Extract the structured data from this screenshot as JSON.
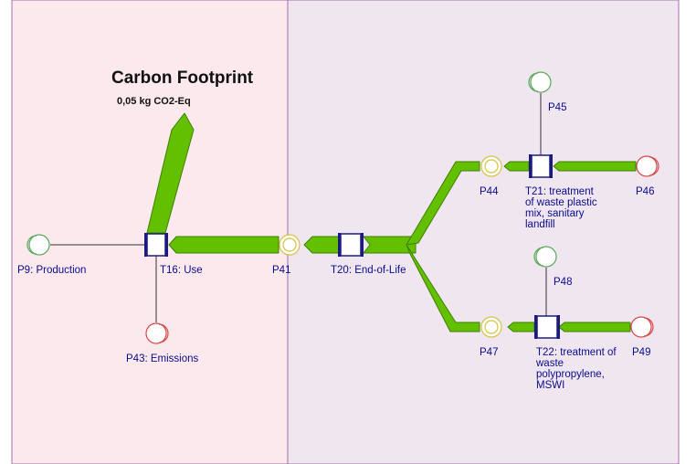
{
  "diagram": {
    "title": "Carbon Footprint",
    "value": "0,05 kg CO2-Eq",
    "colors": {
      "left_region": "#fbe9ee",
      "right_region": "#efe6f0",
      "region_border": "#a070a8",
      "flow": "#63c000",
      "transition": "#1a1a80",
      "place_input": "#5aa85a",
      "place_output": "#d84848",
      "place_connection": "#d8c040",
      "label": "#0a0a8c"
    },
    "transitions": [
      {
        "id": "t16",
        "label": "T16: Use"
      },
      {
        "id": "t20",
        "label": "T20: End-of-Life"
      },
      {
        "id": "t21",
        "label": [
          "T21: treatment",
          "of waste plastic",
          "mix, sanitary",
          "landfill"
        ]
      },
      {
        "id": "t22",
        "label": [
          "T22: treatment of",
          "waste",
          "polypropylene,",
          "MSWI"
        ]
      }
    ],
    "places": [
      {
        "id": "p9",
        "label": "P9: Production",
        "kind": "input"
      },
      {
        "id": "p43",
        "label": "P43: Emissions",
        "kind": "output"
      },
      {
        "id": "p41",
        "label": "P41",
        "kind": "connection"
      },
      {
        "id": "p44",
        "label": "P44",
        "kind": "connection"
      },
      {
        "id": "p45",
        "label": "P45",
        "kind": "input"
      },
      {
        "id": "p46",
        "label": "P46",
        "kind": "output"
      },
      {
        "id": "p47",
        "label": "P47",
        "kind": "connection"
      },
      {
        "id": "p48",
        "label": "P48",
        "kind": "input"
      },
      {
        "id": "p49",
        "label": "P49",
        "kind": "output"
      }
    ]
  }
}
